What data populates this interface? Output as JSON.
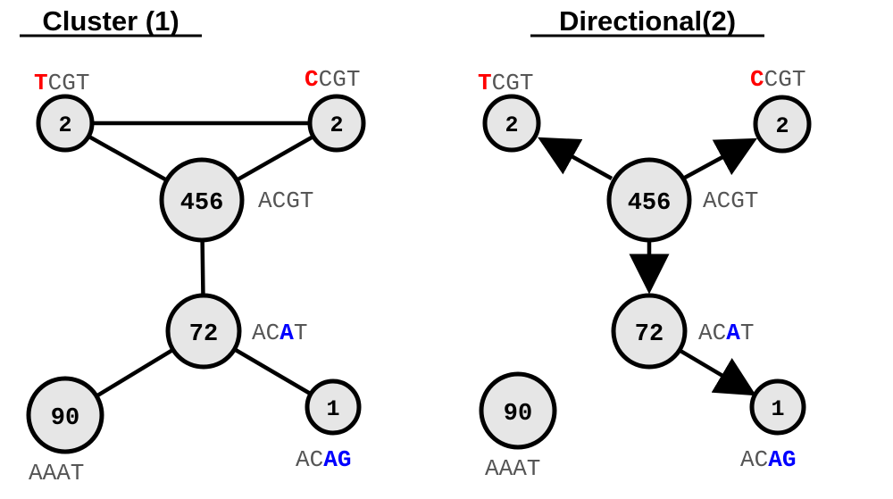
{
  "panels": {
    "cluster": {
      "title": "Cluster (1)"
    },
    "directional": {
      "title": "Directional(2)"
    }
  },
  "colors": {
    "red": "#ff0000",
    "blue": "#0000ff",
    "gray": "#555555",
    "node_fill": "#e6e6e6"
  },
  "nodes": {
    "tcgt": {
      "count": "2",
      "seq_hl": "T",
      "seq_rest": "CGT"
    },
    "ccgt": {
      "count": "2",
      "seq_hl": "C",
      "seq_rest": "CGT"
    },
    "acgt": {
      "count": "456",
      "seq": "ACGT"
    },
    "acat": {
      "count": "72",
      "seq_a": "AC",
      "seq_hl": "A",
      "seq_b": "T"
    },
    "aaat": {
      "count": "90",
      "seq": "AAAT"
    },
    "acag": {
      "count": "1",
      "seq_a": "AC",
      "seq_hl": "AG"
    }
  }
}
